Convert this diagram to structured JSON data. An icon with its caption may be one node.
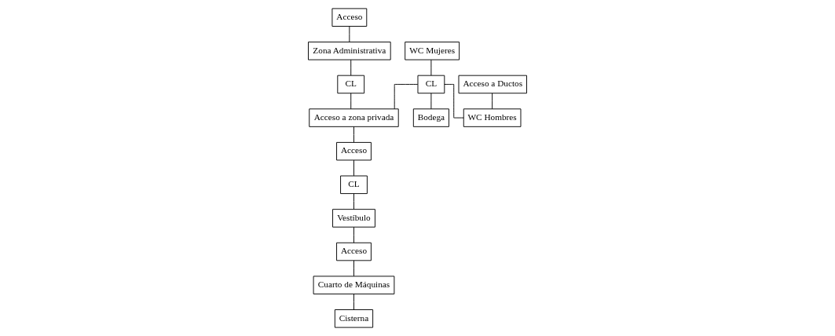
{
  "diagram": {
    "nodes": [
      {
        "text": [
          "Acceso"
        ]
      },
      {
        "text": [
          "Zona Administrativa"
        ]
      },
      {
        "text": [
          "CL"
        ]
      },
      {
        "text": [
          "Acceso a zona privada"
        ]
      },
      {
        "text": [
          "WC Mujeres"
        ]
      },
      {
        "text": [
          "CL"
        ]
      },
      {
        "text": [
          "Acceso a Ductos"
        ]
      },
      {
        "text": [
          "WC Hombres"
        ]
      },
      {
        "text": [
          "Bodega"
        ]
      },
      {
        "text": [
          "Acceso"
        ]
      },
      {
        "text": [
          "CL"
        ]
      },
      {
        "text": [
          "Vestíbulo"
        ]
      },
      {
        "text": [
          "Acceso"
        ]
      },
      {
        "text": [
          "Cuarto de Máquinas"
        ]
      },
      {
        "text": [
          "Cisterna"
        ]
      }
    ],
    "edges": [
      {
        "from": 0,
        "to": 1,
        "arrow": "none"
      },
      {
        "from": 1,
        "to": 2,
        "arrow": "none"
      },
      {
        "from": 2,
        "to": 3,
        "arrow": "none"
      },
      {
        "from": 4,
        "to": 5,
        "arrow": "none"
      },
      {
        "from": 5,
        "to": 3,
        "arrow": "none"
      },
      {
        "from": 5,
        "to": 7,
        "arrow": "none"
      },
      {
        "from": 5,
        "to": 8,
        "arrow": "none"
      },
      {
        "from": 6,
        "to": 7,
        "arrow": "none"
      },
      {
        "from": 3,
        "to": 9,
        "arrow": "none"
      },
      {
        "from": 9,
        "to": 10,
        "arrow": "none"
      },
      {
        "from": 10,
        "to": 11,
        "arrow": "none"
      },
      {
        "from": 11,
        "to": 12,
        "arrow": "none"
      },
      {
        "from": 12,
        "to": 13,
        "arrow": "none"
      },
      {
        "from": 13,
        "to": 14,
        "arrow": "none"
      }
    ]
  }
}
